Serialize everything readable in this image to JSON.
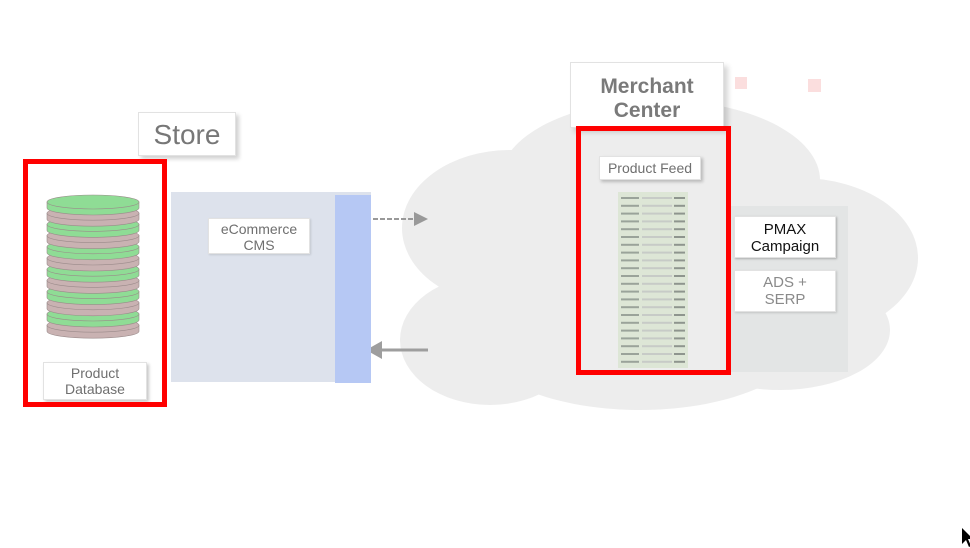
{
  "diagram": {
    "store": {
      "title": "Store"
    },
    "product_database": {
      "label_line1": "Product",
      "label_line2": "Database"
    },
    "ecommerce_cms": {
      "label_line1": "eCommerce",
      "label_line2": "CMS"
    },
    "merchant_center": {
      "title_line1": "Merchant",
      "title_line2": "Center"
    },
    "product_feed": {
      "label": "Product Feed"
    },
    "pmax_campaign": {
      "label_line1": "PMAX",
      "label_line2": "Campaign"
    },
    "ads_serp": {
      "label_line1": "ADS +",
      "label_line2": "SERP"
    }
  },
  "colors": {
    "highlight": "#ff0000",
    "db_green": "#8fdc95",
    "db_mauve": "#c9b2b2",
    "cms_panel": "#dde2ec",
    "cms_bar": "#b6c8f4",
    "cloud": "#ededed"
  }
}
